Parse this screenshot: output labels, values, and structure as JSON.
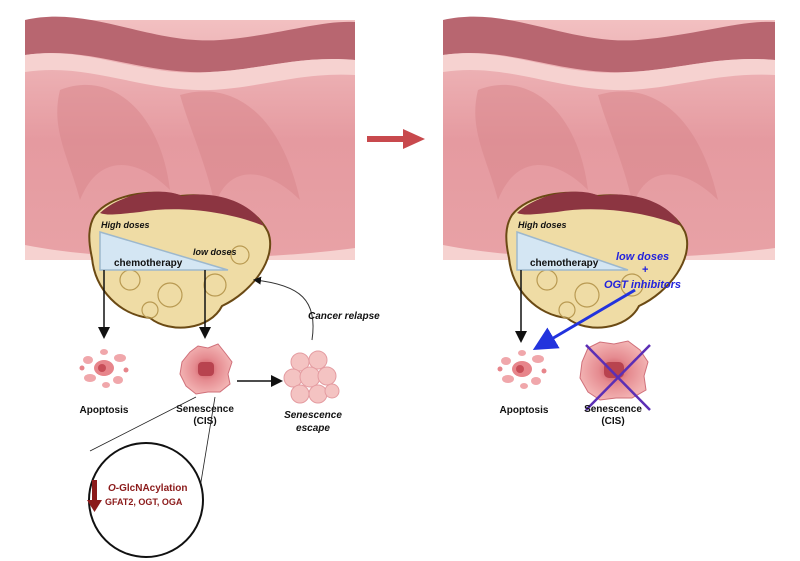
{
  "colors": {
    "tissue_dark": "#b86670",
    "tissue_mid": "#d98e96",
    "tissue_light": "#efb4b7",
    "tumor_fill": "#efdca5",
    "tumor_edge": "#6b4a14",
    "tumor_cap": "#8c3541",
    "triangle_fill": "#d4e6f3",
    "arrow_red": "#c8494d",
    "text_blue": "#2222dd",
    "cross_purple": "#5b2fb5",
    "text_darkred": "#8b1a1a"
  },
  "left_panel": {
    "high_doses": "High doses",
    "low_doses": "low doses",
    "chemotherapy": "chemotherapy",
    "apoptosis": "Apoptosis",
    "senescence_line1": "Senescence",
    "senescence_line2": "(CIS)",
    "escape_line1": "Senescence",
    "escape_line2": "escape",
    "cancer_relapse": "Cancer relapse",
    "zoom": {
      "o_prefix": "O",
      "glcnac": "-GlcNAcylation",
      "enzymes": "GFAT2, OGT, OGA"
    }
  },
  "right_panel": {
    "high_doses": "High doses",
    "chemotherapy": "chemotherapy",
    "low_doses": "low doses",
    "plus": "+",
    "ogt_inhibitors": "OGT inhibitors",
    "apoptosis": "Apoptosis",
    "senescence_line1": "Senescence",
    "senescence_line2": "(CIS)"
  },
  "icons": [
    "transition-arrow-icon",
    "cross-out-icon",
    "down-arrow-icon"
  ]
}
